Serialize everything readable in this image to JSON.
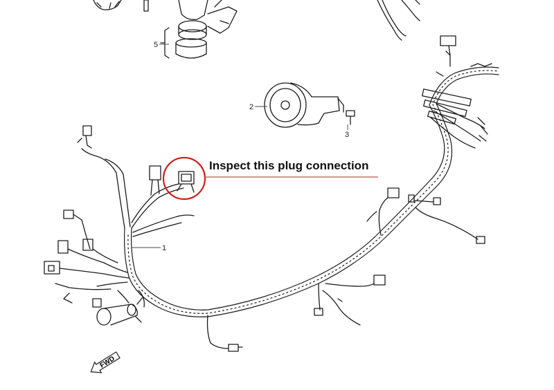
{
  "annotation": {
    "text": "Inspect this plug connection",
    "circle_color": "#cc2020",
    "underline_color": "#c0504d"
  },
  "part_labels": [
    "1",
    "2",
    "3",
    "5"
  ],
  "direction_arrow": {
    "label": "FWD"
  },
  "colors": {
    "line": "#1a1a1a",
    "background": "#ffffff"
  }
}
